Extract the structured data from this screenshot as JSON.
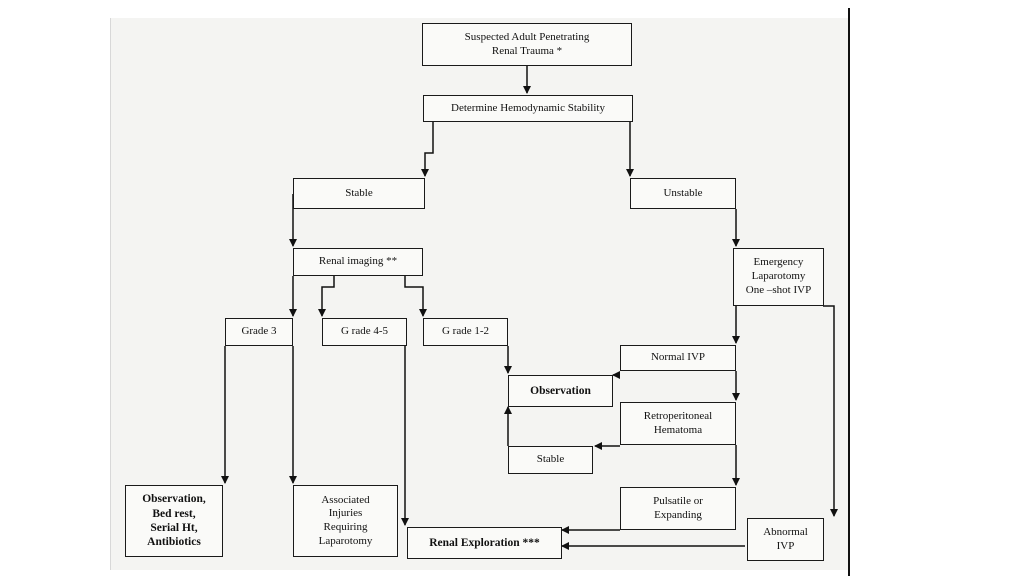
{
  "nodes": {
    "start": "Suspected Adult Penetrating\nRenal Trauma *",
    "hemo": "Determine Hemodynamic Stability",
    "stable": "Stable",
    "unstable": "Unstable",
    "imaging": "Renal imaging **",
    "emergency": "Emergency\nLaparotomy\nOne –shot IVP",
    "grade3": "Grade 3",
    "grade45": "G rade 4-5",
    "grade12": "G rade 1-2",
    "normal_ivp": "Normal IVP",
    "observation": "Observation",
    "retro": "Retroperitoneal\nHematoma",
    "stable2": "Stable",
    "obs_bed": "Observation,\nBed rest,\nSerial Ht,\nAntibiotics",
    "assoc": "Associated\nInjuries\nRequiring\nLaparotomy",
    "pulsatile": "Pulsatile or\nExpanding",
    "renal_exp": "Renal Exploration ***",
    "abnormal": "Abnormal\nIVP"
  }
}
